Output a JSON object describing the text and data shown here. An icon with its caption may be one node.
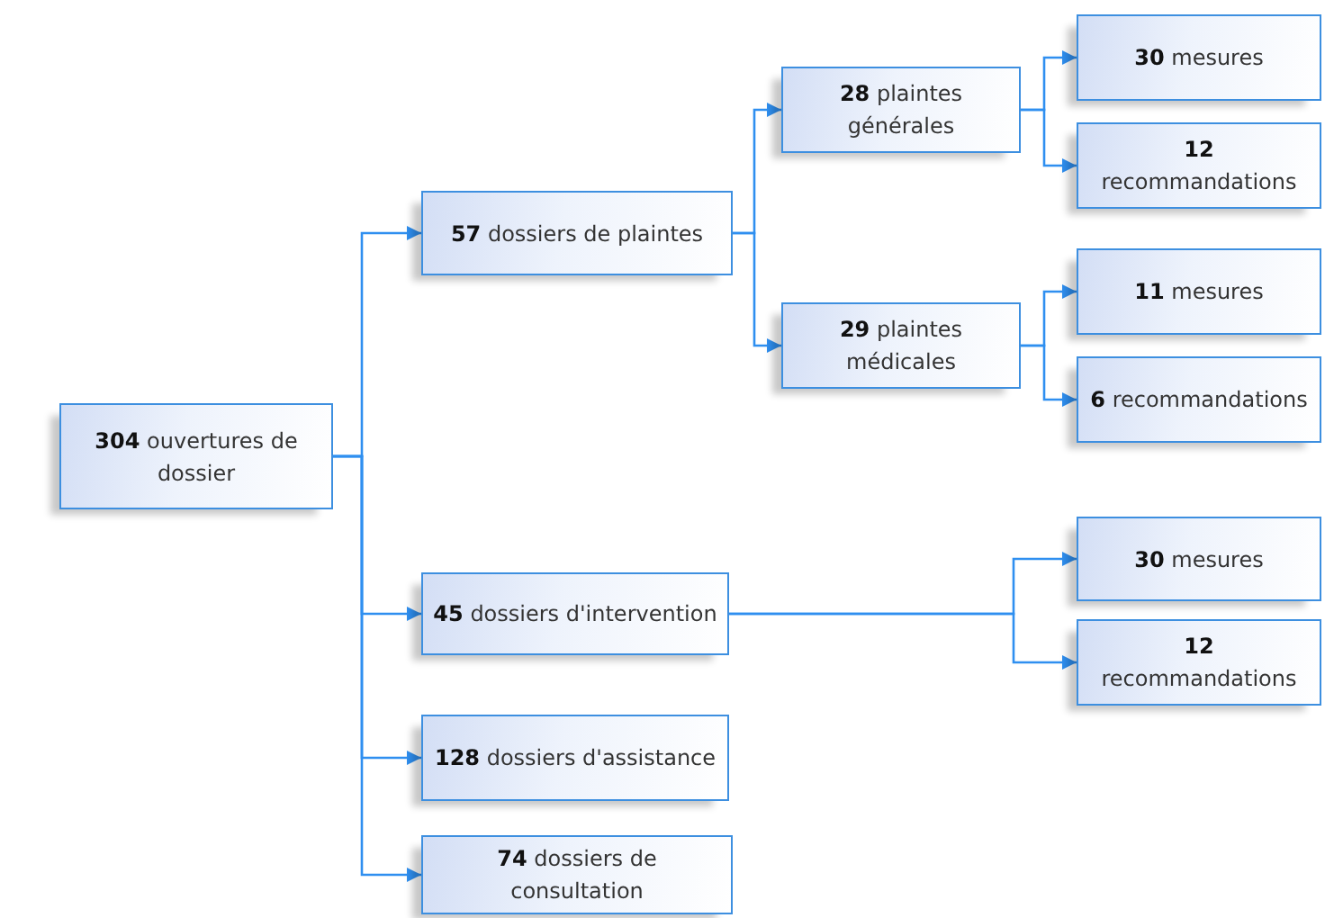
{
  "diagram": {
    "nodes": [
      {
        "text": [
          "**304** ouvertures de dossier"
        ]
      },
      {
        "text": [
          "**57** dossiers de plaintes"
        ]
      },
      {
        "text": [
          "**28** plaintes générales"
        ]
      },
      {
        "text": [
          "**30** mesures"
        ]
      },
      {
        "text": [
          "**12** recommandations"
        ]
      },
      {
        "text": [
          "**29** plaintes médicales"
        ]
      },
      {
        "text": [
          "**11** mesures"
        ]
      },
      {
        "text": [
          "**6** recommandations"
        ]
      },
      {
        "text": [
          "**45** dossiers d'intervention"
        ]
      },
      {
        "text": [
          "**30** mesures"
        ]
      },
      {
        "text": [
          "**12** recommandations"
        ]
      },
      {
        "text": [
          "**128** dossiers d'assistance"
        ]
      },
      {
        "text": [
          "**74** dossiers de consultation"
        ]
      }
    ],
    "edges": [
      {
        "from": 0,
        "to": 1,
        "arrow": "to"
      },
      {
        "from": 0,
        "to": 8,
        "arrow": "to"
      },
      {
        "from": 0,
        "to": 11,
        "arrow": "to"
      },
      {
        "from": 0,
        "to": 12,
        "arrow": "to"
      },
      {
        "from": 1,
        "to": 2,
        "arrow": "to"
      },
      {
        "from": 1,
        "to": 5,
        "arrow": "to"
      },
      {
        "from": 2,
        "to": 3,
        "arrow": "to"
      },
      {
        "from": 2,
        "to": 4,
        "arrow": "to"
      },
      {
        "from": 5,
        "to": 6,
        "arrow": "to"
      },
      {
        "from": 5,
        "to": 7,
        "arrow": "to"
      },
      {
        "from": 8,
        "to": 9,
        "arrow": "to"
      },
      {
        "from": 8,
        "to": 10,
        "arrow": "to"
      }
    ]
  }
}
